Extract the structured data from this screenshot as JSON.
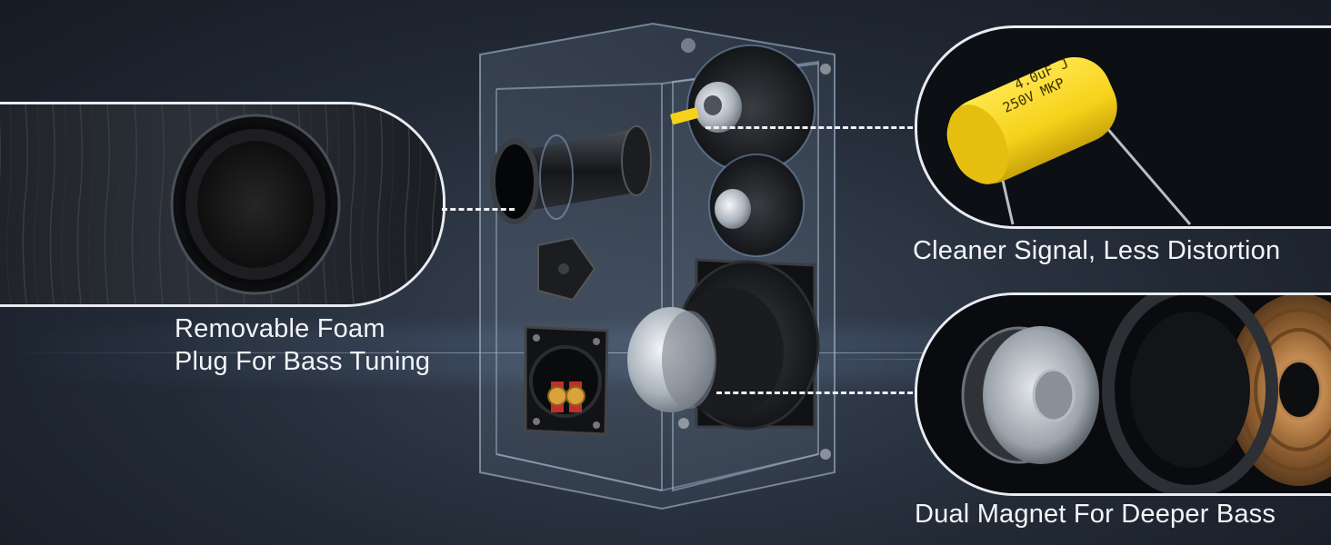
{
  "callouts": {
    "foam": {
      "caption_line1": "Removable Foam",
      "caption_line2": "Plug For Bass Tuning"
    },
    "capacitor": {
      "caption": "Cleaner Signal, Less Distortion",
      "label_line1": "4.0uF J",
      "label_line2": "250V MKP"
    },
    "magnet": {
      "caption": "Dual Magnet For Deeper Bass"
    }
  },
  "colors": {
    "background": "#222a36",
    "callout_border": "#e8ecf2",
    "capacitor_yellow": "#f5d21a",
    "terminal_gold": "#d9a23a",
    "terminal_red": "#c0302a",
    "coil_copper": "#b07a45"
  }
}
